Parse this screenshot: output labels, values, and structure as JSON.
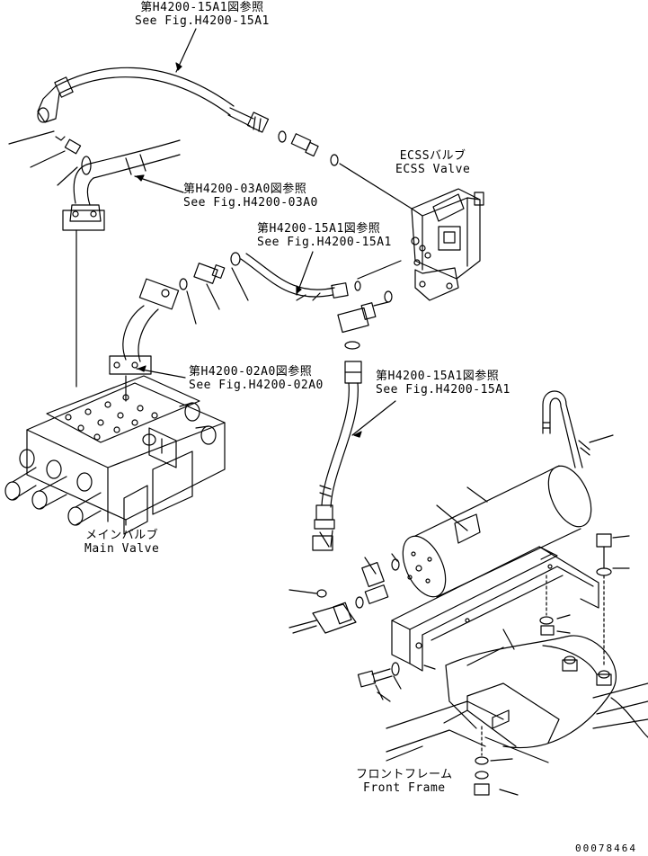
{
  "labels": {
    "ref_top": {
      "jp": "第H4200-15A1図参照",
      "en": "See Fig.H4200-15A1"
    },
    "ref_03a0": {
      "jp": "第H4200-03A0図参照",
      "en": "See Fig.H4200-03A0"
    },
    "ref_mid": {
      "jp": "第H4200-15A1図参照",
      "en": "See Fig.H4200-15A1"
    },
    "ref_02a0": {
      "jp": "第H4200-02A0図参照",
      "en": "See Fig.H4200-02A0"
    },
    "ref_right": {
      "jp": "第H4200-15A1図参照",
      "en": "See Fig.H4200-15A1"
    },
    "ecss_valve": {
      "jp": "ECSSバルブ",
      "en": "ECSS Valve"
    },
    "main_valve": {
      "jp": "メインバルブ",
      "en": "Main Valve"
    },
    "front_frame": {
      "jp": "フロントフレーム",
      "en": "Front Frame"
    },
    "drawing_code": "00078464"
  }
}
